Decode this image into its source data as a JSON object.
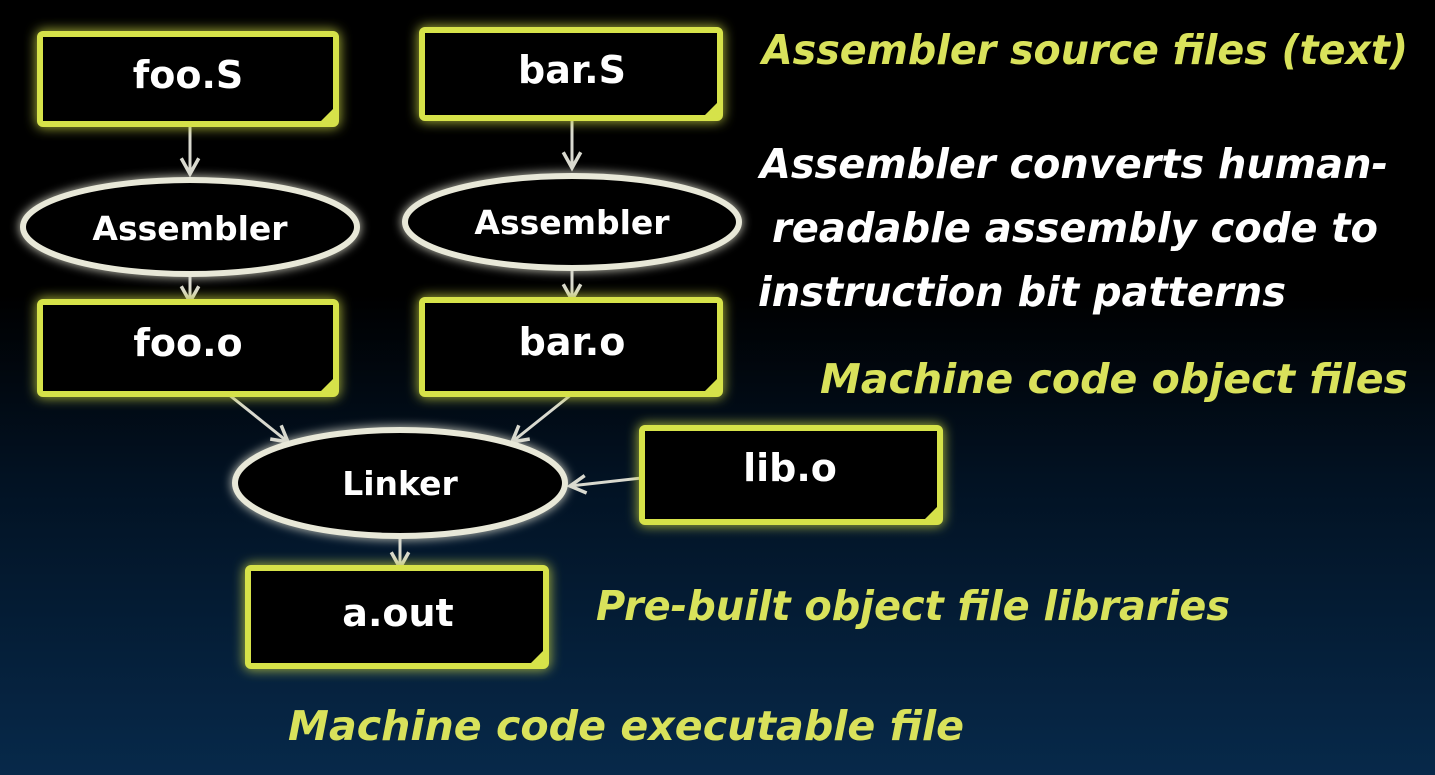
{
  "nodes": {
    "foo_s": "foo.S",
    "bar_s": "bar.S",
    "assembler_1": "Assembler",
    "assembler_2": "Assembler",
    "foo_o": "foo.o",
    "bar_o": "bar.o",
    "linker": "Linker",
    "lib_o": "lib.o",
    "a_out": "a.out"
  },
  "annotations": {
    "source_files": "Assembler source files (text)",
    "assembler_desc_1": "Assembler converts human-",
    "assembler_desc_2": "readable assembly code to",
    "assembler_desc_3": "instruction bit patterns",
    "object_files": "Machine code object files",
    "libraries": "Pre-built object file libraries",
    "executable": "Machine code executable file"
  },
  "colors": {
    "file_box_border": "#d6e24a",
    "oval_border": "#e8e8d8",
    "annotation_yellow": "#d9e25b",
    "annotation_white": "#ffffff",
    "background_top": "#000000",
    "background_bottom": "#07294a"
  }
}
